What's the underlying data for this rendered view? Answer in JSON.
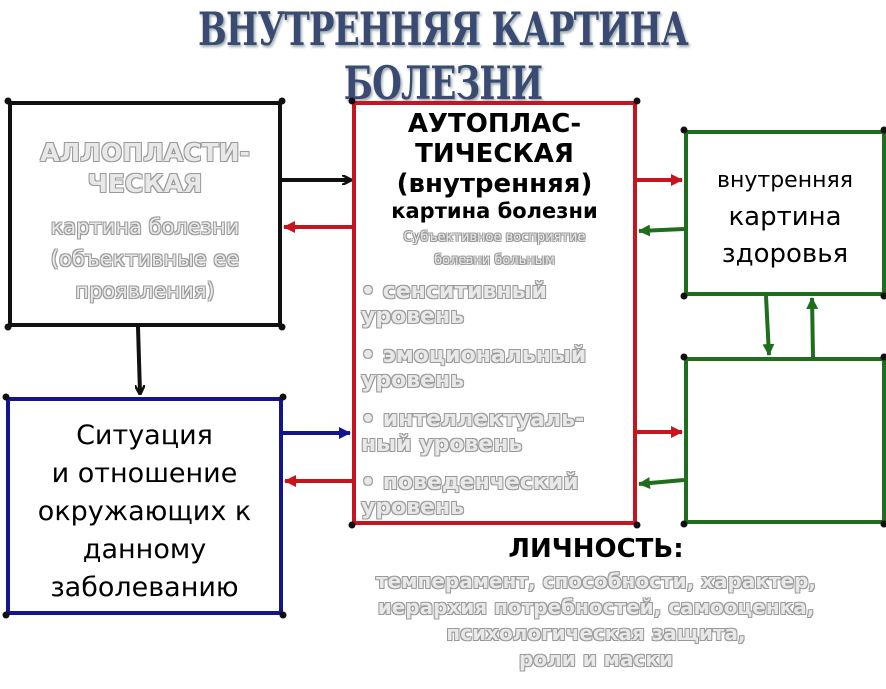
{
  "title": "ВНУТРЕННЯЯ КАРТИНА БОЛЕЗНИ",
  "allo": {
    "line1": "АЛЛОПЛАСТИ-",
    "line2": "ЧЕСКАЯ",
    "line3": "картина болезни",
    "line4": "(объективные ее",
    "line5": "проявления)"
  },
  "auto": {
    "line1": "АУТОПЛАС-",
    "line2": "ТИЧЕСКАЯ",
    "line3": "(внутренняя)",
    "line4": "картина болезни",
    "sub1": "Субъективное восприятие",
    "sub2": "болезни больным",
    "levels": [
      {
        "a": "• сенситивный",
        "b": "уровень"
      },
      {
        "a": "• эмоциональный",
        "b": "уровень"
      },
      {
        "a": "• интеллектуаль-",
        "b": "ный уровень"
      },
      {
        "a": "• поведенческий",
        "b": "уровень"
      }
    ]
  },
  "health": {
    "line1": "внутренняя",
    "line2": "картина",
    "line3": "здоровья"
  },
  "situation": {
    "line1": "Ситуация",
    "line2": "и отношение",
    "line3": "окружающих к",
    "line4": "данному",
    "line5": "заболеванию"
  },
  "personality": {
    "heading": "ЛИЧНОСТЬ:",
    "line1": "темперамент, способности, характер,",
    "line2": "иерархия потребностей, самооценка,",
    "line3": "психологическая защита,",
    "line4": "роли и маски"
  },
  "colors": {
    "black": "#111111",
    "red": "#c8141e",
    "green": "#1e6e1e",
    "blue": "#14148c",
    "title": "#3a4a73"
  }
}
